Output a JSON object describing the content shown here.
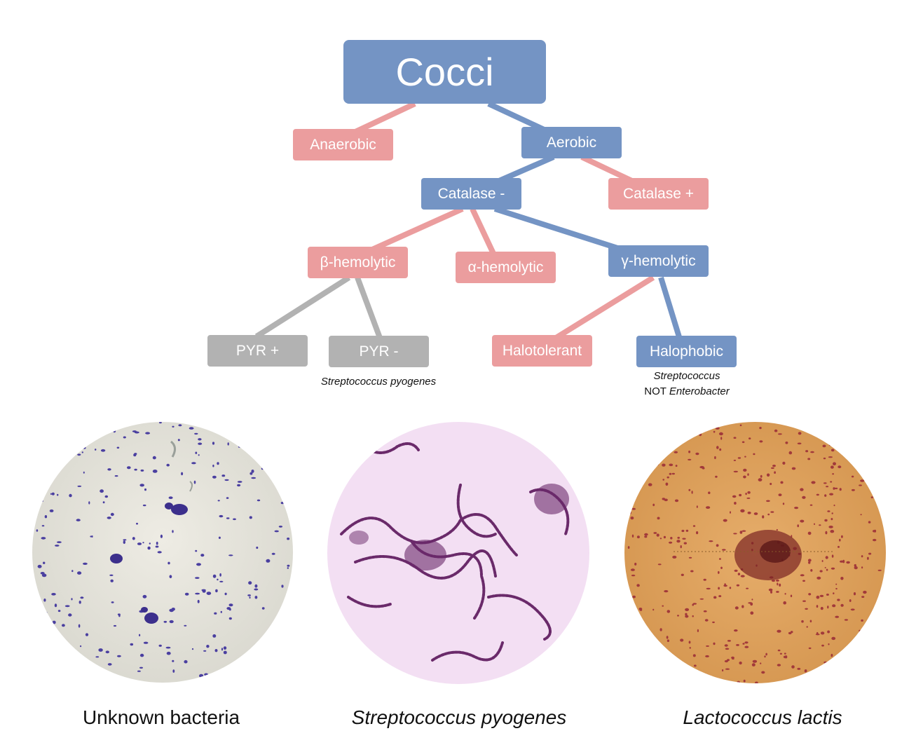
{
  "tree": {
    "root": "Cocci",
    "anaerobic": "Anaerobic",
    "aerobic": "Aerobic",
    "catalase_neg": "Catalase -",
    "catalase_pos": "Catalase +",
    "beta": "β-hemolytic",
    "alpha": "α-hemolytic",
    "gamma": "γ-hemolytic",
    "pyr_pos": "PYR +",
    "pyr_neg": "PYR -",
    "halotolerant": "Halotolerant",
    "halophobic": "Halophobic"
  },
  "notes": {
    "pyr_neg_species": "Streptococcus pyogenes",
    "halophobic_line1": "Streptococcus",
    "halophobic_not": "NOT ",
    "halophobic_genus": "Enterobacter"
  },
  "captions": {
    "left": "Unknown bacteria",
    "middle": "Streptococcus pyogenes",
    "right": "Lactococcus lactis"
  },
  "colors": {
    "blue": "#7494c4",
    "pink": "#eb9d9e",
    "gray": "#b2b2b2"
  }
}
